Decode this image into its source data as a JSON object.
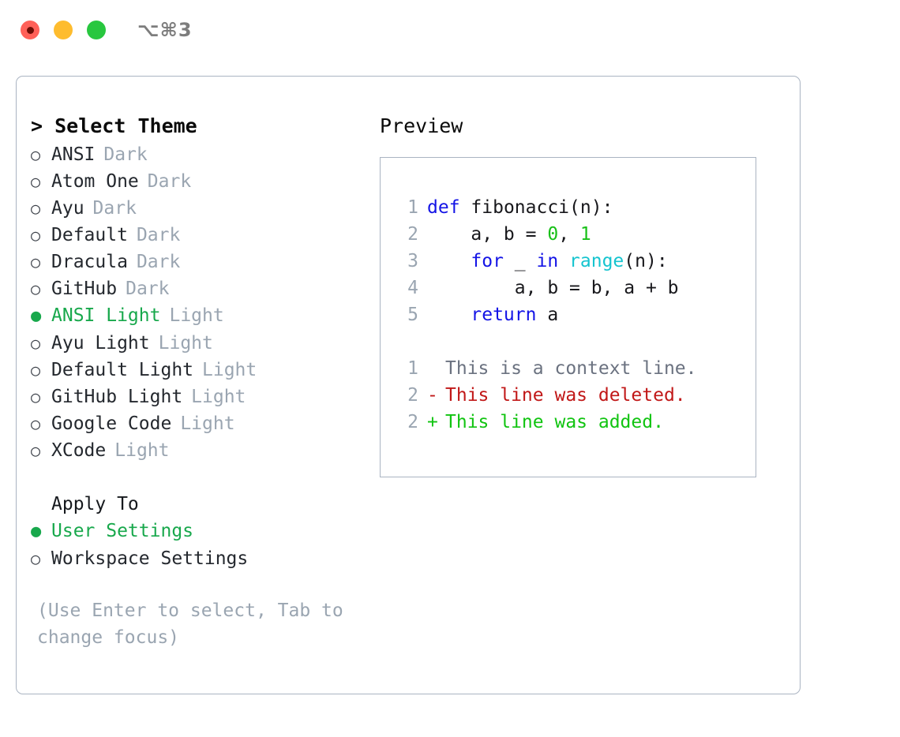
{
  "titlebar": {
    "shortcut": "⌥⌘3",
    "dots": [
      "close-record",
      "minimize",
      "maximize"
    ]
  },
  "theme_panel": {
    "header": "> Select Theme",
    "selected_bullet": "●",
    "unselected_bullet": "○",
    "accent_color": "#18a84c",
    "muted_color": "#9aa5b1",
    "items": [
      {
        "name": "ANSI",
        "kind": "Dark",
        "selected": false
      },
      {
        "name": "Atom One",
        "kind": "Dark",
        "selected": false
      },
      {
        "name": "Ayu",
        "kind": "Dark",
        "selected": false
      },
      {
        "name": "Default",
        "kind": "Dark",
        "selected": false
      },
      {
        "name": "Dracula",
        "kind": "Dark",
        "selected": false
      },
      {
        "name": "GitHub",
        "kind": "Dark",
        "selected": false
      },
      {
        "name": "ANSI Light",
        "kind": "Light",
        "selected": true
      },
      {
        "name": "Ayu Light",
        "kind": "Light",
        "selected": false
      },
      {
        "name": "Default Light",
        "kind": "Light",
        "selected": false
      },
      {
        "name": "GitHub Light",
        "kind": "Light",
        "selected": false
      },
      {
        "name": "Google Code",
        "kind": "Light",
        "selected": false
      },
      {
        "name": "XCode",
        "kind": "Light",
        "selected": false
      }
    ]
  },
  "apply_to": {
    "title": "Apply To",
    "options": [
      {
        "label": "User Settings",
        "selected": true
      },
      {
        "label": "Workspace Settings",
        "selected": false
      }
    ]
  },
  "hint": "(Use Enter to select, Tab to change focus)",
  "preview": {
    "header": "Preview",
    "code_lines": [
      {
        "lineno": "1",
        "tokens": [
          {
            "t": "def",
            "c": "kw"
          },
          {
            "t": " ",
            "c": "pl"
          },
          {
            "t": "fibonacci",
            "c": "fn"
          },
          {
            "t": "(n):",
            "c": "pl"
          }
        ]
      },
      {
        "lineno": "2",
        "tokens": [
          {
            "t": "    a, b = ",
            "c": "pl"
          },
          {
            "t": "0",
            "c": "num"
          },
          {
            "t": ", ",
            "c": "pl"
          },
          {
            "t": "1",
            "c": "num"
          }
        ]
      },
      {
        "lineno": "3",
        "tokens": [
          {
            "t": "    ",
            "c": "pl"
          },
          {
            "t": "for",
            "c": "kw"
          },
          {
            "t": " _ ",
            "c": "pl"
          },
          {
            "t": "in",
            "c": "kw"
          },
          {
            "t": " ",
            "c": "pl"
          },
          {
            "t": "range",
            "c": "bi"
          },
          {
            "t": "(n):",
            "c": "pl"
          }
        ]
      },
      {
        "lineno": "4",
        "tokens": [
          {
            "t": "        a, b = b, a + b",
            "c": "pl"
          }
        ]
      },
      {
        "lineno": "5",
        "tokens": [
          {
            "t": "    ",
            "c": "pl"
          },
          {
            "t": "return",
            "c": "kw"
          },
          {
            "t": " a",
            "c": "pl"
          }
        ]
      }
    ],
    "diff_lines": [
      {
        "lineno": "1",
        "marker": " ",
        "text": "This is a context line.",
        "kind": "ctx"
      },
      {
        "lineno": "2",
        "marker": "-",
        "text": "This line was deleted.",
        "kind": "del"
      },
      {
        "lineno": "2",
        "marker": "+",
        "text": "This line was added.",
        "kind": "add"
      }
    ]
  }
}
